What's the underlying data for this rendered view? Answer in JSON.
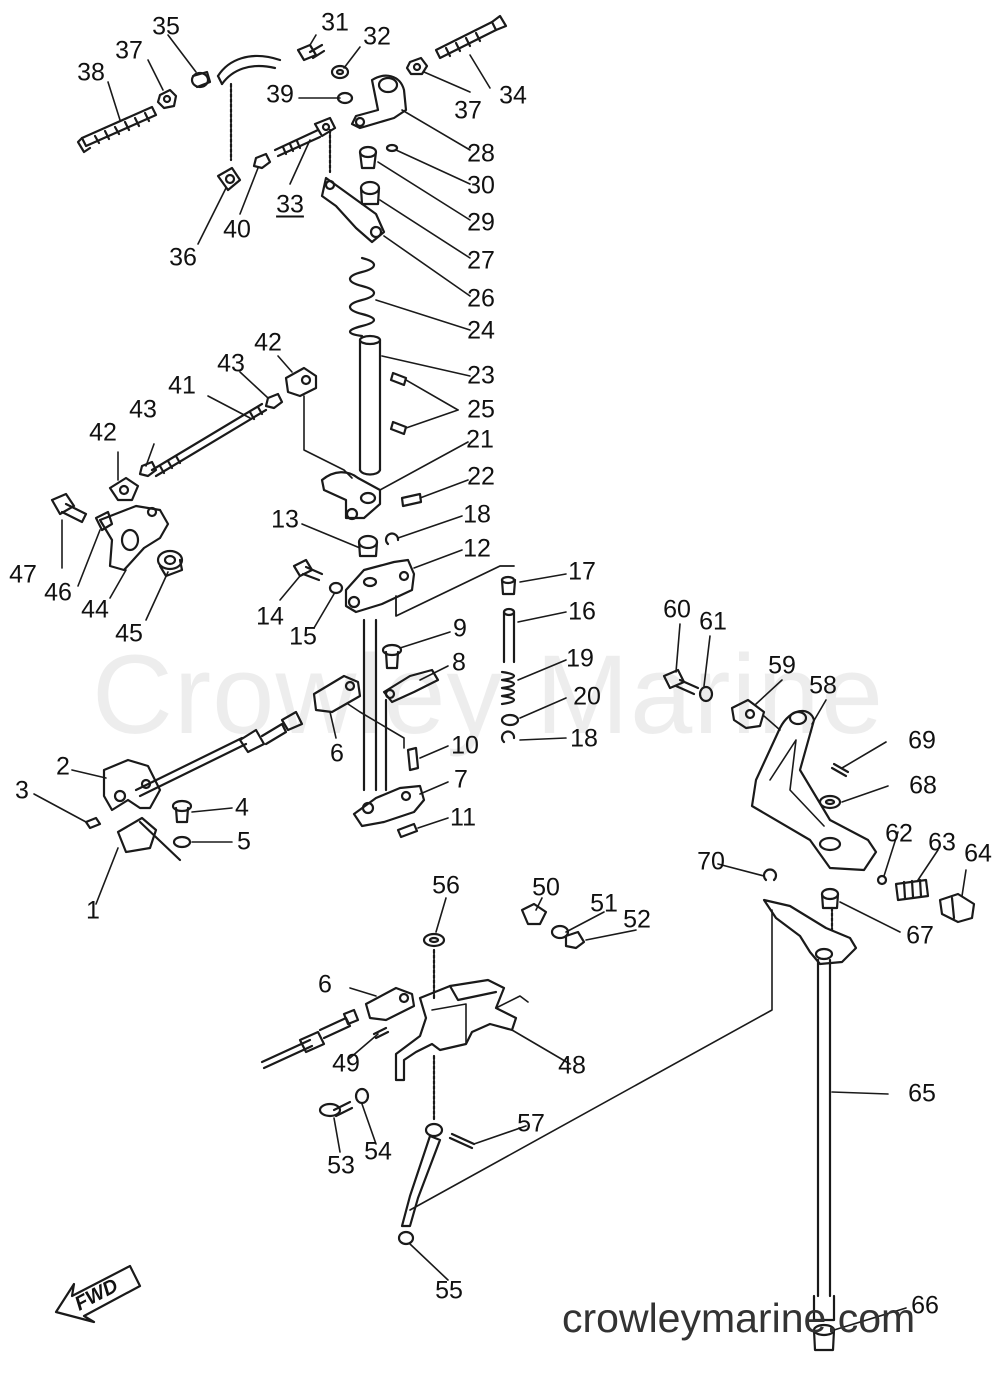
{
  "colors": {
    "line": "#1a1a1a",
    "background": "#ffffff",
    "watermark": "#dddddd"
  },
  "watermark": "Crowley Marine",
  "footer": "crowleymarine.com",
  "fwd": "FWD",
  "labels": {
    "1": "1",
    "2": "2",
    "3": "3",
    "4": "4",
    "5": "5",
    "6": "6",
    "6b": "6",
    "7": "7",
    "8": "8",
    "9": "9",
    "10": "10",
    "11": "11",
    "12": "12",
    "13": "13",
    "14": "14",
    "15": "15",
    "16": "16",
    "17": "17",
    "18": "18",
    "18b": "18",
    "19": "19",
    "20": "20",
    "21": "21",
    "22": "22",
    "23": "23",
    "24": "24",
    "25": "25",
    "26": "26",
    "27": "27",
    "28": "28",
    "29": "29",
    "30": "30",
    "31": "31",
    "32": "32",
    "33": "33",
    "34": "34",
    "35": "35",
    "36": "36",
    "37": "37",
    "37b": "37",
    "38": "38",
    "39": "39",
    "40": "40",
    "41": "41",
    "42": "42",
    "42b": "42",
    "43": "43",
    "43b": "43",
    "44": "44",
    "45": "45",
    "46": "46",
    "47": "47",
    "48": "48",
    "49": "49",
    "50": "50",
    "51": "51",
    "52": "52",
    "53": "53",
    "54": "54",
    "55": "55",
    "56": "56",
    "57": "57",
    "58": "58",
    "59": "59",
    "60": "60",
    "61": "61",
    "62": "62",
    "63": "63",
    "64": "64",
    "65": "65",
    "66": "66",
    "67": "67",
    "68": "68",
    "69": "69",
    "70": "70"
  }
}
